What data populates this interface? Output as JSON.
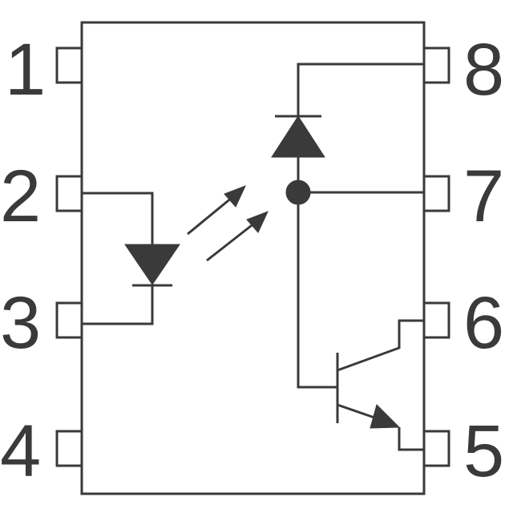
{
  "pins": [
    {
      "number": "1"
    },
    {
      "number": "2"
    },
    {
      "number": "3"
    },
    {
      "number": "4"
    },
    {
      "number": "5"
    },
    {
      "number": "6"
    },
    {
      "number": "7"
    },
    {
      "number": "8"
    }
  ],
  "colors": {
    "line": "#3a3a3a",
    "background": "#ffffff"
  }
}
